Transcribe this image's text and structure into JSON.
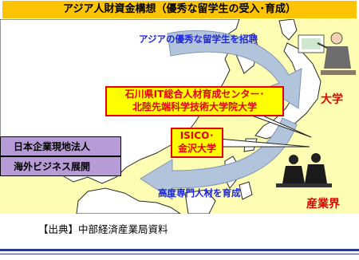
{
  "title": "アジア人財資金構想（優秀な留学生の受入･育成）",
  "arrow_top_label": "アジアの優秀な留学生を招聘",
  "center_box": {
    "line1": "石川県IT総合人材育成センター･",
    "line2": "北陸先端科学技術大学院大学"
  },
  "university_label": "大学",
  "isico_box": {
    "line1": "ISICO･",
    "line2": "金沢大学"
  },
  "left_boxes": [
    "日本企業現地法人",
    "海外ビジネス展開"
  ],
  "arrow_bottom_label": "高度専門人材を育成",
  "industry_label": "産業界",
  "source_text": "【出典】中部経済産業局資料",
  "colors": {
    "title_bg": "#fcc402",
    "map_bg": "#fdfdb4",
    "land": "#ffffff",
    "arrow_fill": "#b2c4dc",
    "blue_text": "#1e27e3",
    "red_text": "#e60000",
    "purple_box": "#b79bd7",
    "yellow_box": "#ffff00",
    "rule": "#2b3a8e"
  }
}
